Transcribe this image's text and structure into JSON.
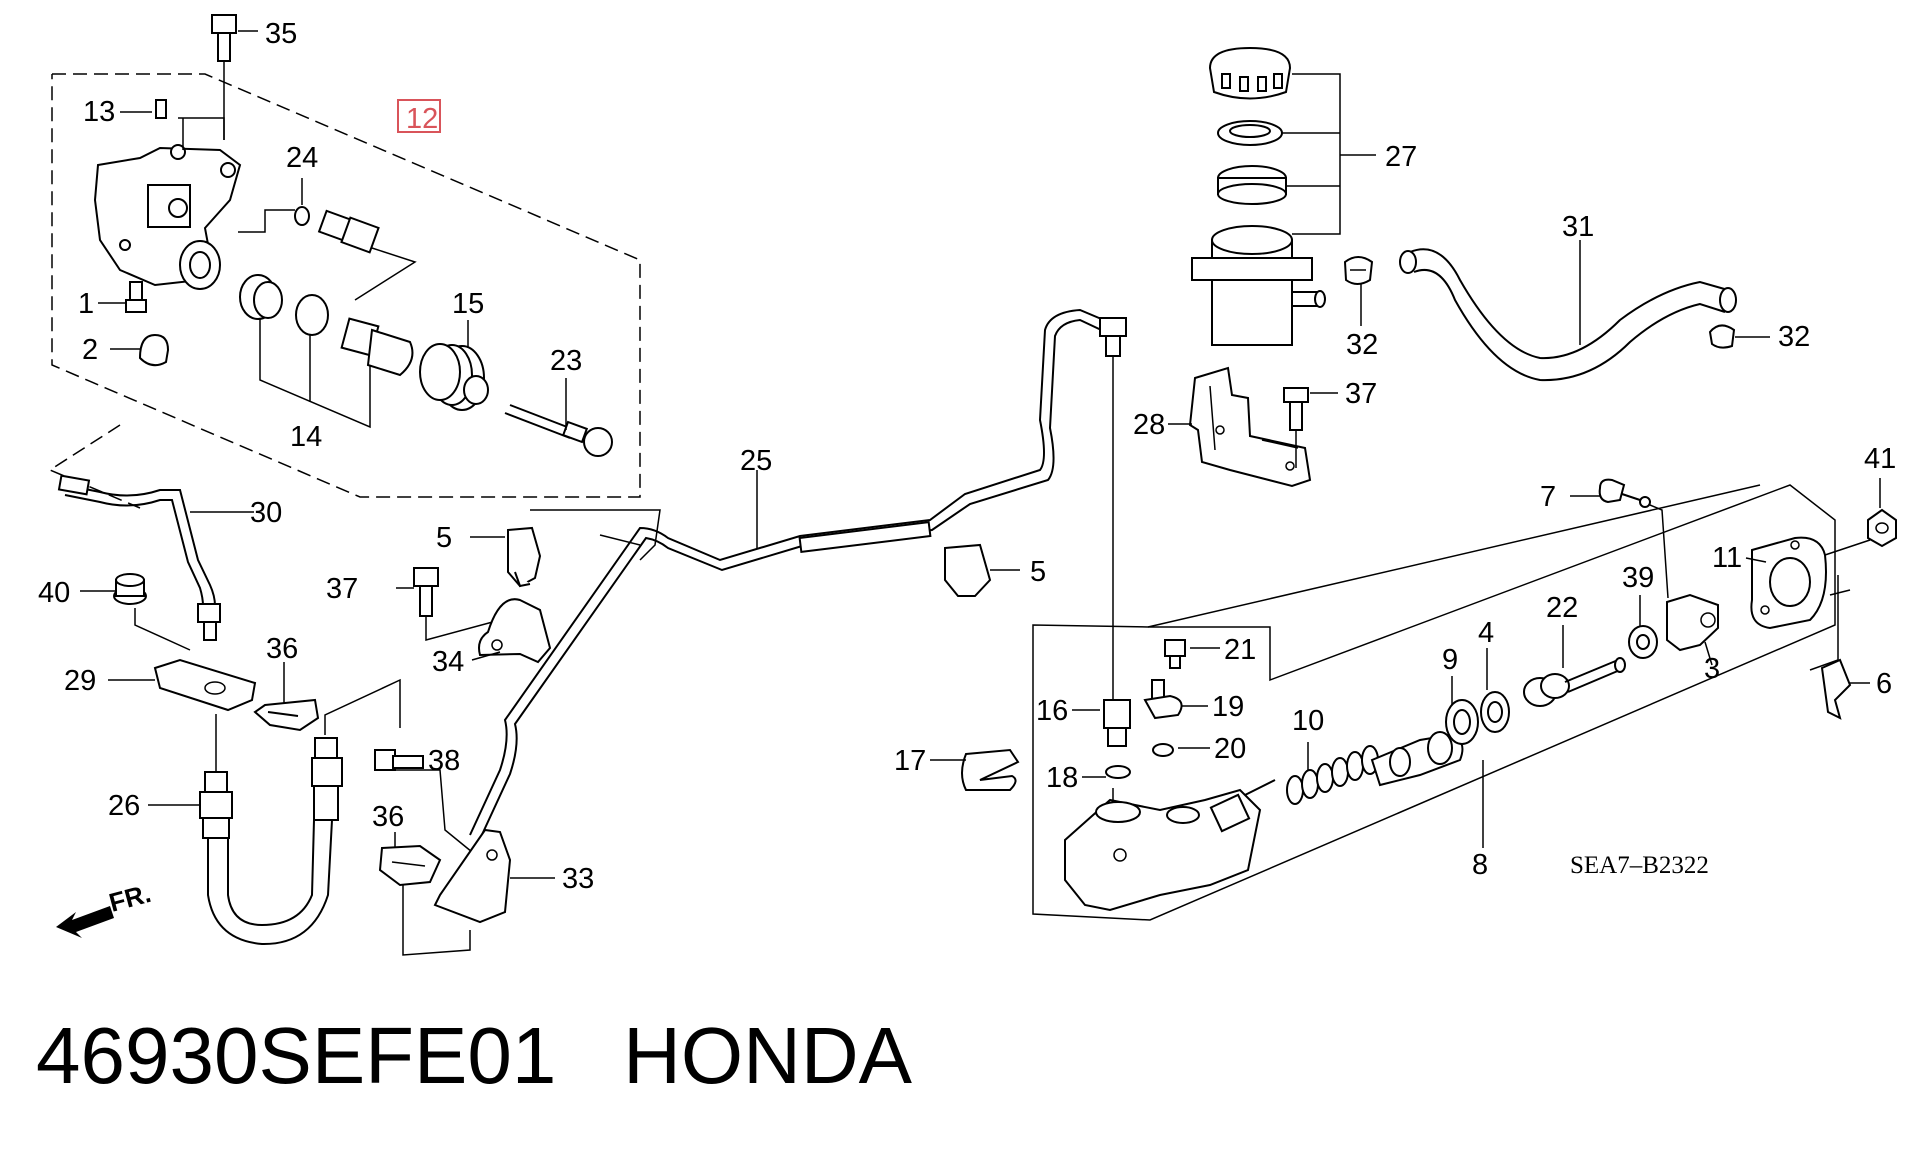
{
  "diagram": {
    "highlight_color": "#d9545a",
    "labels": {
      "p35": "35",
      "p13": "13",
      "p12": "12",
      "p24": "24",
      "p1": "1",
      "p2": "2",
      "p15": "15",
      "p23": "23",
      "p14": "14",
      "p27": "27",
      "p31": "31",
      "p32a": "32",
      "p32b": "32",
      "p37a": "37",
      "p28": "28",
      "p25": "25",
      "p30": "30",
      "p40": "40",
      "p5a": "5",
      "p5b": "5",
      "p37b": "37",
      "p34": "34",
      "p29": "29",
      "p36a": "36",
      "p26": "26",
      "p38": "38",
      "p36b": "36",
      "p33": "33",
      "p41": "41",
      "p7": "7",
      "p11": "11",
      "p39": "39",
      "p22": "22",
      "p9": "9",
      "p4": "4",
      "p3": "3",
      "p6": "6",
      "p21": "21",
      "p16": "16",
      "p19": "19",
      "p10": "10",
      "p17": "17",
      "p20": "20",
      "p18": "18",
      "p8": "8"
    },
    "drawing_code": "SEA7–B2322",
    "direction": "FR."
  },
  "caption": {
    "part_number": "46930SEFE01",
    "brand": "HONDA"
  }
}
